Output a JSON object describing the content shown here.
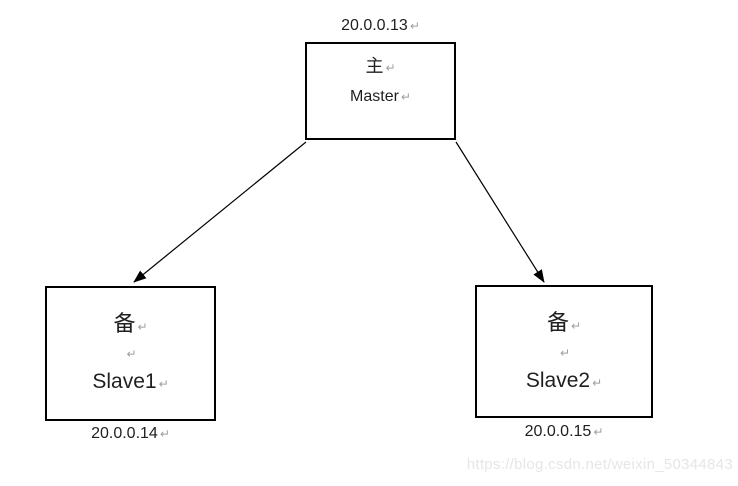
{
  "diagram": {
    "nodes": {
      "master": {
        "ip_label": "20.0.0.13",
        "role": "主",
        "name": "Master"
      },
      "slave1": {
        "ip_label": "20.0.0.14",
        "role": "备",
        "name": "Slave1"
      },
      "slave2": {
        "ip_label": "20.0.0.15",
        "role": "备",
        "name": "Slave2"
      }
    },
    "arrows": [
      {
        "from": "master",
        "to": "slave1"
      },
      {
        "from": "master",
        "to": "slave2"
      }
    ],
    "formatting_mark": "↵"
  },
  "watermark": {
    "text": "https://blog.csdn.net/weixin_50344843"
  },
  "colors": {
    "background": "#ffffff",
    "box_border": "#000000",
    "text": "#1f1f1f",
    "formatting_mark": "#9e9e9e",
    "arrow": "#000000",
    "watermark": "#e6e6e6"
  }
}
